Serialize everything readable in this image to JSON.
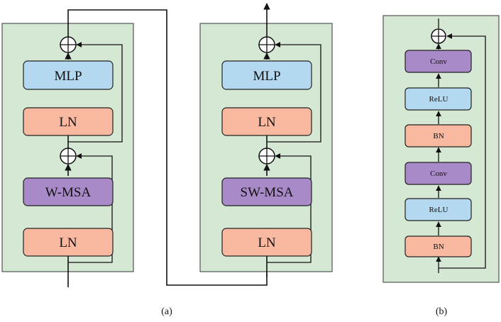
{
  "block_a1": {
    "ln_top": "LN",
    "mlp": "MLP",
    "attn": "W-MSA",
    "ln_bottom": "LN"
  },
  "block_a2": {
    "ln_top": "LN",
    "mlp": "MLP",
    "attn": "SW-MSA",
    "ln_bottom": "LN"
  },
  "block_b": {
    "layers": [
      "Conv",
      "ReLU",
      "BN",
      "Conv",
      "ReLU",
      "BN"
    ]
  },
  "captions": {
    "a": "(a)",
    "b": "(b)"
  },
  "colors": {
    "panel": "#d5e8d4",
    "ln": "#f8b9a0",
    "mlp": "#b3d8ef",
    "msa": "#a98ac8"
  }
}
